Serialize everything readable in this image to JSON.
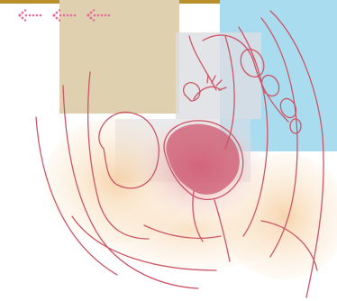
{
  "colors": {
    "top_bar": "#b8912a",
    "tan_block": "#dfd0b0",
    "blue_block": "#a9dcef",
    "grey_block": "#dcdde2",
    "outline": "#cc5566",
    "glow": "#e8aab0",
    "uterus": "#cf5f76",
    "flesh": "#f8ddb8",
    "arrow": "#e86a9a"
  },
  "icons": {
    "back_arrow": "dotted-left-arrow-icon"
  },
  "arrows": [
    {
      "name": "back-arrow-1"
    },
    {
      "name": "back-arrow-2"
    },
    {
      "name": "back-arrow-3"
    }
  ]
}
